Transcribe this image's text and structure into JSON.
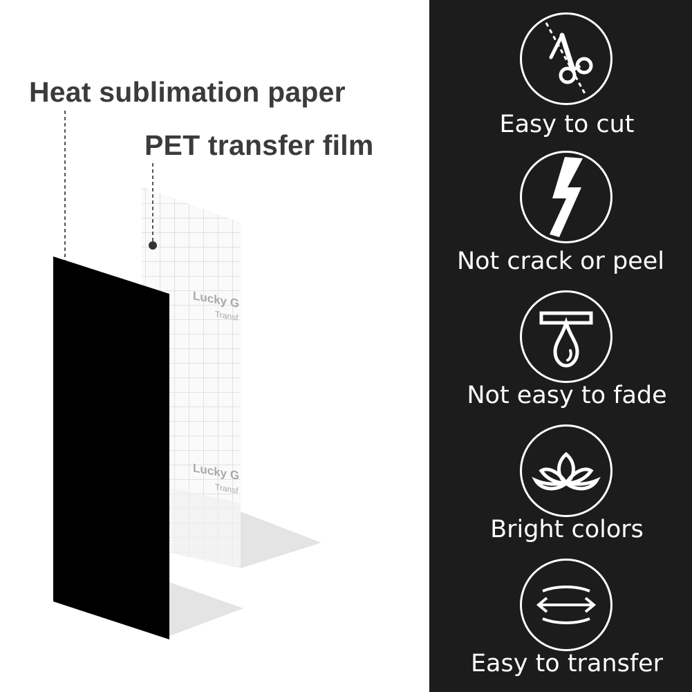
{
  "labels": {
    "heat_sublimation_paper": "Heat sublimation paper",
    "pet_transfer_film": "PET transfer film"
  },
  "film_print": {
    "brand_top": "Lucky G",
    "sub_top": "Transf",
    "brand_bottom": "Lucky G",
    "sub_bottom": "Transf"
  },
  "features": [
    {
      "icon": "scissors-icon",
      "caption": "Easy to cut"
    },
    {
      "icon": "crack-icon",
      "caption": "Not crack or peel"
    },
    {
      "icon": "press-drop-icon",
      "caption": "Not easy to fade"
    },
    {
      "icon": "petals-icon",
      "caption": "Bright colors"
    },
    {
      "icon": "stretch-arrows-icon",
      "caption": "Easy to transfer"
    }
  ],
  "colors": {
    "panel_background": "#1c1c1c",
    "panel_foreground": "#ffffff",
    "label_text": "#3b3b3b",
    "paper_black": "#000000"
  }
}
